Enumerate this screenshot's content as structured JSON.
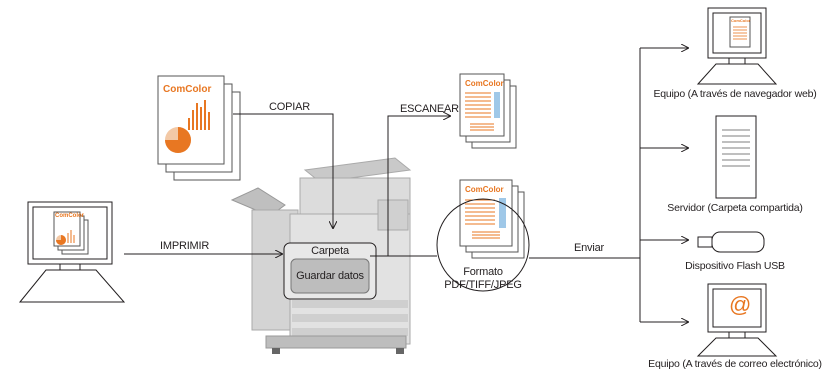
{
  "colors": {
    "accent": "#e87722",
    "doc_line": "#e87722",
    "line": "#231f20",
    "printer_body": "#d8d8d8",
    "panel_bg": "#e6e6e6",
    "panel_button": "#bdbdbd"
  },
  "labels": {
    "copy": "COPIAR",
    "scan": "ESCANEAR",
    "print": "IMPRIMIR",
    "send": "Enviar",
    "format_line1": "Formato",
    "format_line2": "PDF/TIFF/JPEG"
  },
  "brand": {
    "large_doc": "ComColor",
    "scan_doc_top": "ComColor",
    "scan_doc_mid": "ComColor",
    "pc_doc": "ComColor",
    "web_pc_doc": "ComColor"
  },
  "printer_panel": {
    "title": "Carpeta",
    "button": "Guardar datos"
  },
  "destinations": {
    "web_pc": "Equipo (A través de navegador web)",
    "server": "Servidor (Carpeta compartida)",
    "flash": "Dispositivo Flash USB",
    "mail_pc": "Equipo (A través de correo electrónico)"
  },
  "icons": {
    "email": "@"
  }
}
